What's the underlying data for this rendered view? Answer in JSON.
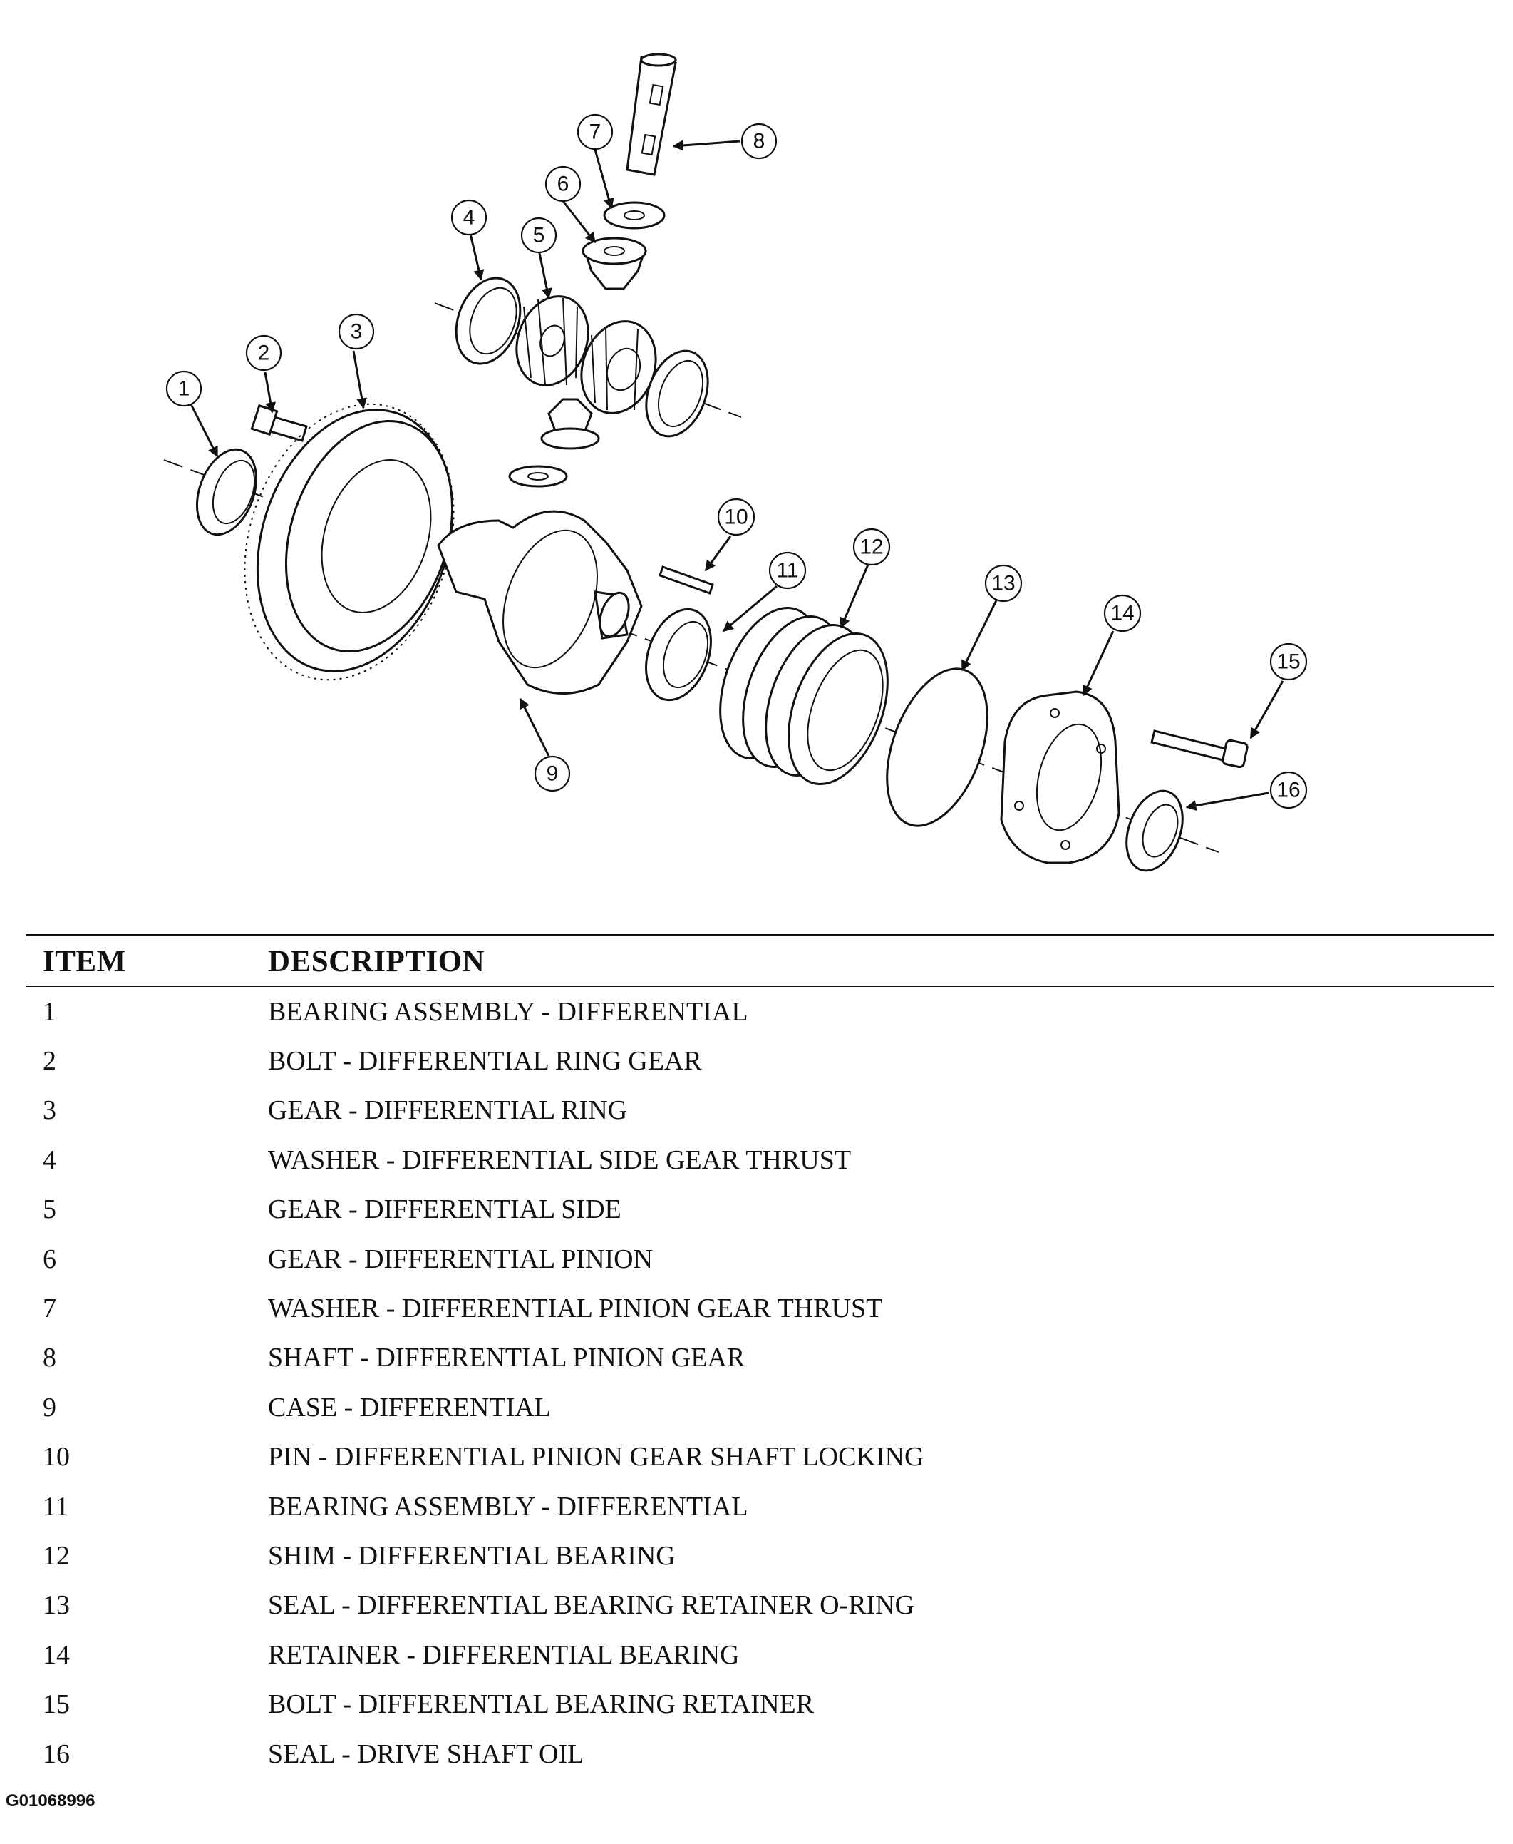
{
  "diagram": {
    "callouts": [
      "1",
      "2",
      "3",
      "4",
      "5",
      "6",
      "7",
      "8",
      "9",
      "10",
      "11",
      "12",
      "13",
      "14",
      "15",
      "16"
    ]
  },
  "table": {
    "headers": {
      "item": "ITEM",
      "description": "DESCRIPTION"
    },
    "rows": [
      {
        "item": "1",
        "description": "BEARING ASSEMBLY - DIFFERENTIAL"
      },
      {
        "item": "2",
        "description": "BOLT - DIFFERENTIAL RING GEAR"
      },
      {
        "item": "3",
        "description": "GEAR - DIFFERENTIAL RING"
      },
      {
        "item": "4",
        "description": "WASHER - DIFFERENTIAL SIDE GEAR THRUST"
      },
      {
        "item": "5",
        "description": "GEAR - DIFFERENTIAL SIDE"
      },
      {
        "item": "6",
        "description": "GEAR - DIFFERENTIAL PINION"
      },
      {
        "item": "7",
        "description": "WASHER - DIFFERENTIAL PINION GEAR THRUST"
      },
      {
        "item": "8",
        "description": "SHAFT - DIFFERENTIAL PINION GEAR"
      },
      {
        "item": "9",
        "description": "CASE - DIFFERENTIAL"
      },
      {
        "item": "10",
        "description": "PIN - DIFFERENTIAL PINION GEAR SHAFT LOCKING"
      },
      {
        "item": "11",
        "description": "BEARING ASSEMBLY - DIFFERENTIAL"
      },
      {
        "item": "12",
        "description": "SHIM - DIFFERENTIAL BEARING"
      },
      {
        "item": "13",
        "description": "SEAL - DIFFERENTIAL BEARING RETAINER O-RING"
      },
      {
        "item": "14",
        "description": "RETAINER - DIFFERENTIAL BEARING"
      },
      {
        "item": "15",
        "description": "BOLT - DIFFERENTIAL BEARING RETAINER"
      },
      {
        "item": "16",
        "description": "SEAL - DRIVE SHAFT OIL"
      }
    ]
  },
  "footer": {
    "code": "G01068996"
  }
}
